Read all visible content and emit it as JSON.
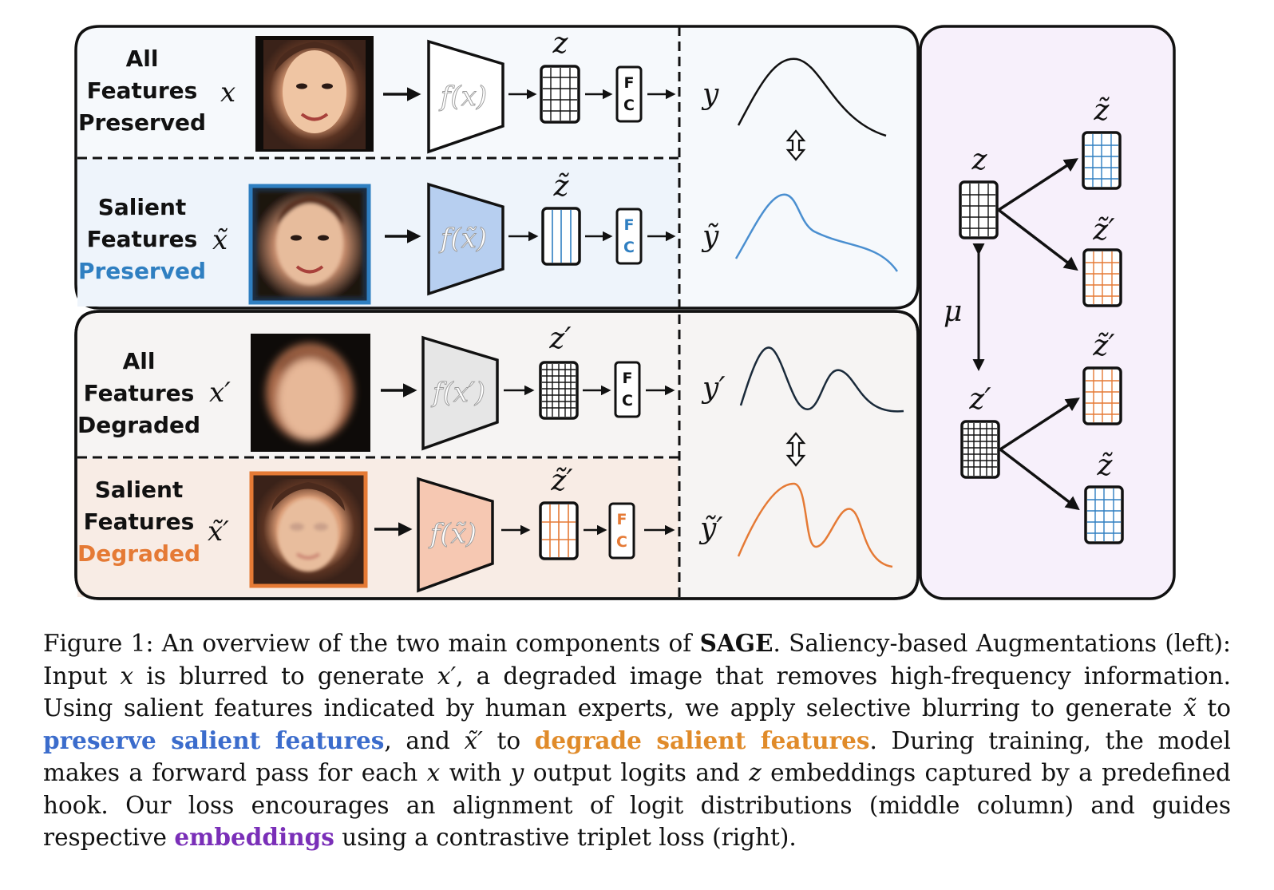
{
  "rows": [
    {
      "label": [
        "All",
        "Features",
        "Preserved"
      ],
      "input": "x",
      "func": "f(x)",
      "emb": "z",
      "out": "y"
    },
    {
      "label": [
        "Salient",
        "Features",
        "Preserved"
      ],
      "input": "x̃",
      "func": "f(x̃)",
      "emb": "z̃",
      "out": "ỹ"
    },
    {
      "label": [
        "All",
        "Features",
        "Degraded"
      ],
      "input": "x′",
      "func": "f(x′)",
      "emb": "z′",
      "out": "y′"
    },
    {
      "label": [
        "Salient",
        "Features",
        "Degraded"
      ],
      "input": "x̃′",
      "func": "f(x̃)",
      "emb": "z̃′",
      "out": "ỹ′"
    }
  ],
  "fc_label": [
    "F",
    "C"
  ],
  "triplet": {
    "anchor_top": "z",
    "anchor_bottom": "z′",
    "mu": "μ",
    "out1": "z̃",
    "out2": "z̃′",
    "out3": "z̃′",
    "out4": "z̃"
  },
  "colors": {
    "blue": "#2f7fc1",
    "orange": "#e57a35",
    "purple_bg": "#f7f0fb",
    "blue_bg": "#eef4fb",
    "orange_bg": "#f8ece5"
  },
  "caption": {
    "fig_label": "Figure 1:",
    "t1": "An overview of the two main components of",
    "sage": "SAGE",
    "t2": ". Saliency-based Augmentations (left): Input",
    "v_x1": "x",
    "t3": "is blurred to generate",
    "v_xp": "x′",
    "t4": ", a degraded image that removes high-frequency information. Using salient features indicated by human experts, we apply selective blurring to generate",
    "v_xt": "x̃",
    "t5": "to",
    "preserve": "preserve salient features",
    "t6": ", and",
    "v_xtp": "x̃′",
    "t7": "to",
    "degrade": "degrade salient features",
    "t8": ". During training, the model makes a forward pass for each",
    "v_x2": "x",
    "t9": "with",
    "v_y": "y",
    "t10": "output logits and",
    "v_z": "z",
    "t11": "embeddings captured by a predefined hook. Our loss encourages an alignment of logit distributions (middle column) and guides respective",
    "embeddings": "embeddings",
    "t12": "using a contrastive triplet loss (right)."
  }
}
